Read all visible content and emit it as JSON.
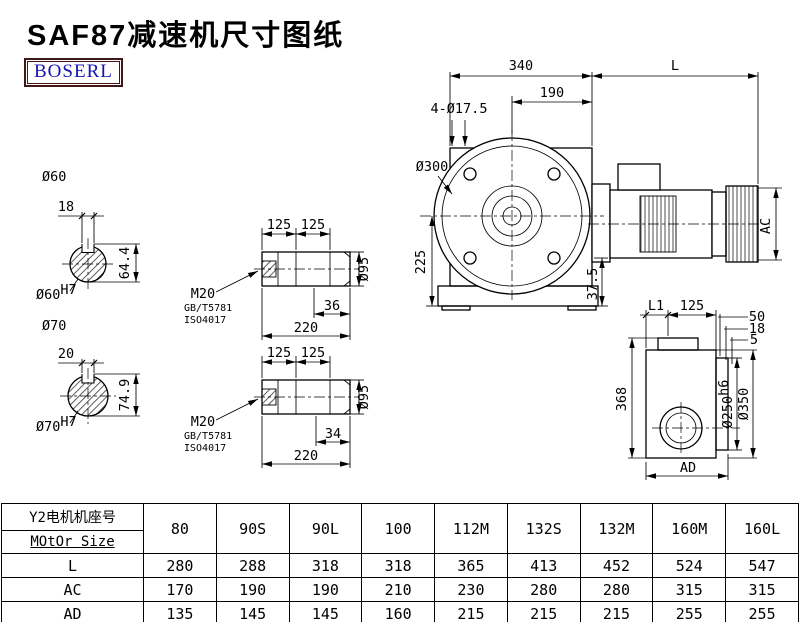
{
  "page": {
    "title": "SAF87减速机尺寸图纸",
    "brand": "BOSERL",
    "brand_color": "#1414b4",
    "brand_border": "#421616"
  },
  "front_view": {
    "dim_340": "340",
    "dim_L": "L",
    "dim_190": "190",
    "holes": "4-Ø17.5",
    "dia_300": "Ø300",
    "dim_225": "225",
    "dim_37_5": "37.5",
    "dim_AC": "AC"
  },
  "shaft1_end": {
    "dia": "Ø60",
    "key_w": "18",
    "height": "64.4",
    "fit_dia": "Ø60",
    "fit_tol": "H7"
  },
  "shaft2_end": {
    "dia": "Ø70",
    "key_w": "20",
    "height": "74.9",
    "fit_dia": "Ø70",
    "fit_tol": "H7"
  },
  "shaft1_side": {
    "dim_a": "125",
    "dim_b": "125",
    "thread": "M20",
    "std1": "GB/T5781",
    "std2": "ISO4017",
    "key_len": "36",
    "length": "220",
    "dia": "Ø95"
  },
  "shaft2_side": {
    "dim_a": "125",
    "dim_b": "125",
    "thread": "M20",
    "std1": "GB/T5781",
    "std2": "ISO4017",
    "key_len": "34",
    "length": "220",
    "dia": "Ø95"
  },
  "side_view": {
    "dim_L1": "L1",
    "dim_125": "125",
    "dim_50": "50",
    "dim_18": "18",
    "dim_5": "5",
    "dim_368": "368",
    "dia_250": "Ø250",
    "dia_250_tol": "h6",
    "dia_350": "Ø350",
    "dim_AD": "AD"
  },
  "table": {
    "header_cn": "Y2电机机座号",
    "header_en": "MOtOr Size",
    "sizes": [
      "80",
      "90S",
      "90L",
      "100",
      "112M",
      "132S",
      "132M",
      "160M",
      "160L"
    ],
    "rows": [
      {
        "label": "L",
        "values": [
          "280",
          "288",
          "318",
          "318",
          "365",
          "413",
          "452",
          "524",
          "547"
        ]
      },
      {
        "label": "AC",
        "values": [
          "170",
          "190",
          "190",
          "210",
          "230",
          "280",
          "280",
          "315",
          "315"
        ]
      },
      {
        "label": "AD",
        "values": [
          "135",
          "145",
          "145",
          "160",
          "215",
          "215",
          "215",
          "255",
          "255"
        ]
      }
    ]
  }
}
